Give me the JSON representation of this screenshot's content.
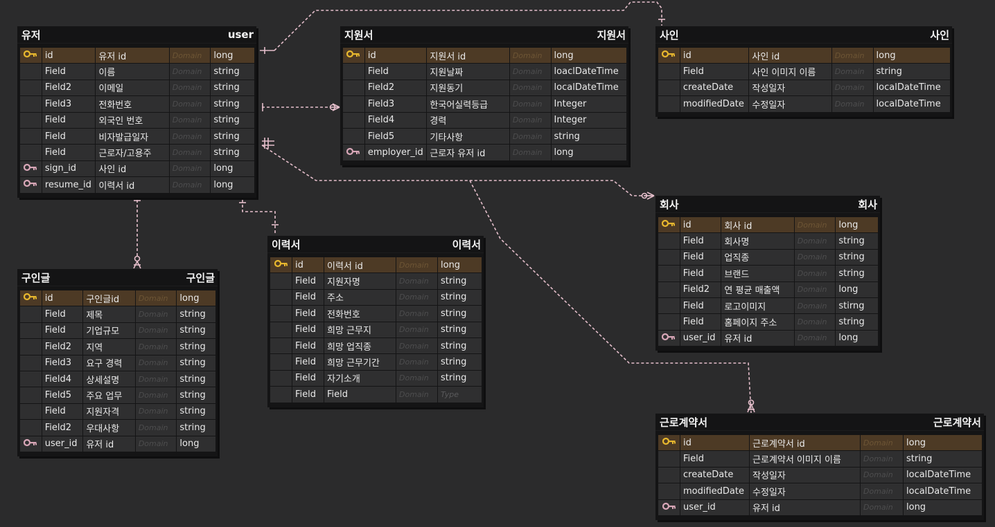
{
  "tables": [
    {
      "id": "user",
      "title": "유저",
      "alias": "user",
      "domain_placeholder": "Domain",
      "rows": [
        {
          "key": "pk",
          "name": "id",
          "logical": "유저 id",
          "type": "long"
        },
        {
          "key": "",
          "name": "Field",
          "logical": "이름",
          "type": "string"
        },
        {
          "key": "",
          "name": "Field2",
          "logical": "이메일",
          "type": "string"
        },
        {
          "key": "",
          "name": "Field3",
          "logical": "전화번호",
          "type": "string"
        },
        {
          "key": "",
          "name": "Field",
          "logical": "외국인 번호",
          "type": "string"
        },
        {
          "key": "",
          "name": "Field",
          "logical": "비자발급일자",
          "type": "string"
        },
        {
          "key": "",
          "name": "Field",
          "logical": "근로자/고용주",
          "type": "string"
        },
        {
          "key": "fk",
          "name": "sign_id",
          "logical": "사인 id",
          "type": "long"
        },
        {
          "key": "fk",
          "name": "resume_id",
          "logical": "이력서 id",
          "type": "long"
        }
      ]
    },
    {
      "id": "application",
      "title": "지원서",
      "alias": "지원서",
      "domain_placeholder": "Domain",
      "rows": [
        {
          "key": "pk",
          "name": "id",
          "logical": "지원서 id",
          "type": "long"
        },
        {
          "key": "",
          "name": "Field",
          "logical": "지원날짜",
          "type": "loaclDateTime"
        },
        {
          "key": "",
          "name": "Field2",
          "logical": "지원동기",
          "type": "localDateTime"
        },
        {
          "key": "",
          "name": "Field3",
          "logical": "한국어실력등급",
          "type": "Integer"
        },
        {
          "key": "",
          "name": "Field4",
          "logical": "경력",
          "type": "Integer"
        },
        {
          "key": "",
          "name": "Field5",
          "logical": "기타사항",
          "type": "string"
        },
        {
          "key": "fk",
          "name": "employer_id",
          "logical": "근로자 유저 id",
          "type": "long"
        }
      ]
    },
    {
      "id": "sign",
      "title": "사인",
      "alias": "사인",
      "domain_placeholder": "Domain",
      "rows": [
        {
          "key": "pk",
          "name": "id",
          "logical": "사인 id",
          "type": "long"
        },
        {
          "key": "",
          "name": "Field",
          "logical": "사인 이미지 이름",
          "type": "string"
        },
        {
          "key": "",
          "name": "createDate",
          "logical": "작성일자",
          "type": "localDateTime"
        },
        {
          "key": "",
          "name": "modifiedDate",
          "logical": "수정일자",
          "type": "localDateTime"
        }
      ]
    },
    {
      "id": "company",
      "title": "회사",
      "alias": "회사",
      "domain_placeholder": "Domain",
      "rows": [
        {
          "key": "pk",
          "name": "id",
          "logical": "회사 id",
          "type": "long"
        },
        {
          "key": "",
          "name": "Field",
          "logical": "회사명",
          "type": "string"
        },
        {
          "key": "",
          "name": "Field",
          "logical": "업직종",
          "type": "string"
        },
        {
          "key": "",
          "name": "Field",
          "logical": "브랜드",
          "type": "string"
        },
        {
          "key": "",
          "name": "Field2",
          "logical": "연 평균 매출액",
          "type": "long"
        },
        {
          "key": "",
          "name": "Field",
          "logical": "로고이미지",
          "type": "stirng"
        },
        {
          "key": "",
          "name": "Field",
          "logical": "홈페이지 주소",
          "type": "string"
        },
        {
          "key": "fk",
          "name": "user_id",
          "logical": "유저 id",
          "type": "long"
        }
      ]
    },
    {
      "id": "job_post",
      "title": "구인글",
      "alias": "구인글",
      "domain_placeholder": "Domain",
      "rows": [
        {
          "key": "pk",
          "name": "id",
          "logical": "구인글id",
          "type": "long"
        },
        {
          "key": "",
          "name": "Field",
          "logical": "제목",
          "type": "string"
        },
        {
          "key": "",
          "name": "Field",
          "logical": "기업규모",
          "type": "string"
        },
        {
          "key": "",
          "name": "Field2",
          "logical": "지역",
          "type": "string"
        },
        {
          "key": "",
          "name": "Field3",
          "logical": "요구 경력",
          "type": "string"
        },
        {
          "key": "",
          "name": "Field4",
          "logical": "상세설명",
          "type": "string"
        },
        {
          "key": "",
          "name": "Field5",
          "logical": "주요 업무",
          "type": "string"
        },
        {
          "key": "",
          "name": "Field",
          "logical": "지원자격",
          "type": "string"
        },
        {
          "key": "",
          "name": "Field2",
          "logical": "우대사항",
          "type": "string"
        },
        {
          "key": "fk",
          "name": "user_id",
          "logical": "유저 id",
          "type": "long"
        }
      ]
    },
    {
      "id": "resume",
      "title": "이력서",
      "alias": "이력서",
      "domain_placeholder": "Domain",
      "rows": [
        {
          "key": "pk",
          "name": "id",
          "logical": "이력서 id",
          "type": "long"
        },
        {
          "key": "",
          "name": "Field",
          "logical": "지원자명",
          "type": "string"
        },
        {
          "key": "",
          "name": "Field",
          "logical": "주소",
          "type": "string"
        },
        {
          "key": "",
          "name": "Field",
          "logical": "전화번호",
          "type": "string"
        },
        {
          "key": "",
          "name": "Field",
          "logical": "희망 근무지",
          "type": "string"
        },
        {
          "key": "",
          "name": "Field",
          "logical": "희망 업직종",
          "type": "string"
        },
        {
          "key": "",
          "name": "Field",
          "logical": "희망 근무기간",
          "type": "string"
        },
        {
          "key": "",
          "name": "Field",
          "logical": "자기소개",
          "type": "string"
        },
        {
          "key": "",
          "name": "Field",
          "logical": "Field",
          "type": "",
          "type_placeholder": "Type"
        }
      ]
    },
    {
      "id": "contract",
      "title": "근로계약서",
      "alias": "근로계약서",
      "domain_placeholder": "Domain",
      "rows": [
        {
          "key": "pk",
          "name": "id",
          "logical": "근로계약서 id",
          "type": "long"
        },
        {
          "key": "",
          "name": "Field",
          "logical": "근로계약서 이미지 이름",
          "type": "string"
        },
        {
          "key": "",
          "name": "createDate",
          "logical": "작성일자",
          "type": "localDateTime"
        },
        {
          "key": "",
          "name": "modifiedDate",
          "logical": "수정일자",
          "type": "localDateTime"
        },
        {
          "key": "fk",
          "name": "user_id",
          "logical": "유저 id",
          "type": "long"
        }
      ]
    }
  ],
  "colors": {
    "background": "#2b2b2c",
    "table": "#141415",
    "row": "#2f2f30",
    "pk_row": "#4d3a25",
    "pk_key": "#e8b82e",
    "fk_key": "#d9a7b8",
    "connector": "#e6bfcc"
  },
  "icons": {
    "pk": "gold-key-icon",
    "fk": "pink-key-icon"
  }
}
